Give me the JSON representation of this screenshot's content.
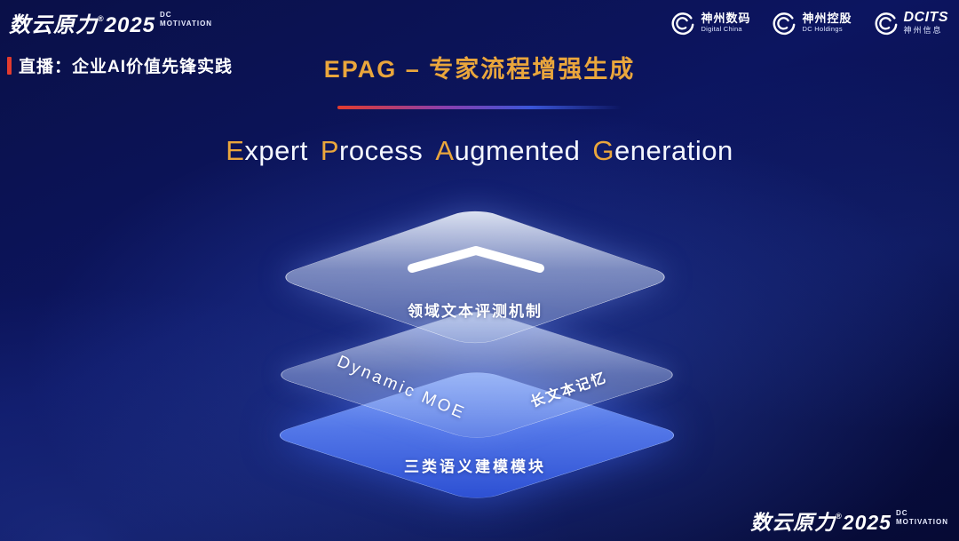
{
  "colors": {
    "gold": "#eaa63c",
    "red": "#e23b2e",
    "layer_blue": "#3b5fe0",
    "background_navy": "#0a1048"
  },
  "header": {
    "brand": {
      "name": "数云原力",
      "reg": "®",
      "year": "2025",
      "sub_top": "DC",
      "sub_bottom": "MOTIVATION"
    },
    "live_label": "直播：企业AI价值先锋实践",
    "slide_title": "EPAG – 专家流程增强生成",
    "logos": [
      {
        "name": "神州数码",
        "sub": "Digital China"
      },
      {
        "name": "神州控股",
        "sub": "DC Holdings"
      },
      {
        "name": "DCITS",
        "sub": "神州信息"
      }
    ]
  },
  "main": {
    "en_title": {
      "e_cap": "E",
      "e_rest": "xpert",
      "p_cap": "P",
      "p_rest": "rocess",
      "a_cap": "A",
      "a_rest": "ugmented",
      "g_cap": "G",
      "g_rest": "eneration"
    },
    "diagram": {
      "top_layer_label": "领域文本评测机制",
      "mid_layer_left_label": "Dynamic MOE",
      "mid_layer_right_label": "长文本记忆",
      "bottom_layer_label": "三类语义建模模块"
    }
  },
  "footer": {
    "brand": {
      "name": "数云原力",
      "reg": "®",
      "year": "2025",
      "sub_top": "DC",
      "sub_bottom": "MOTIVATION"
    }
  }
}
